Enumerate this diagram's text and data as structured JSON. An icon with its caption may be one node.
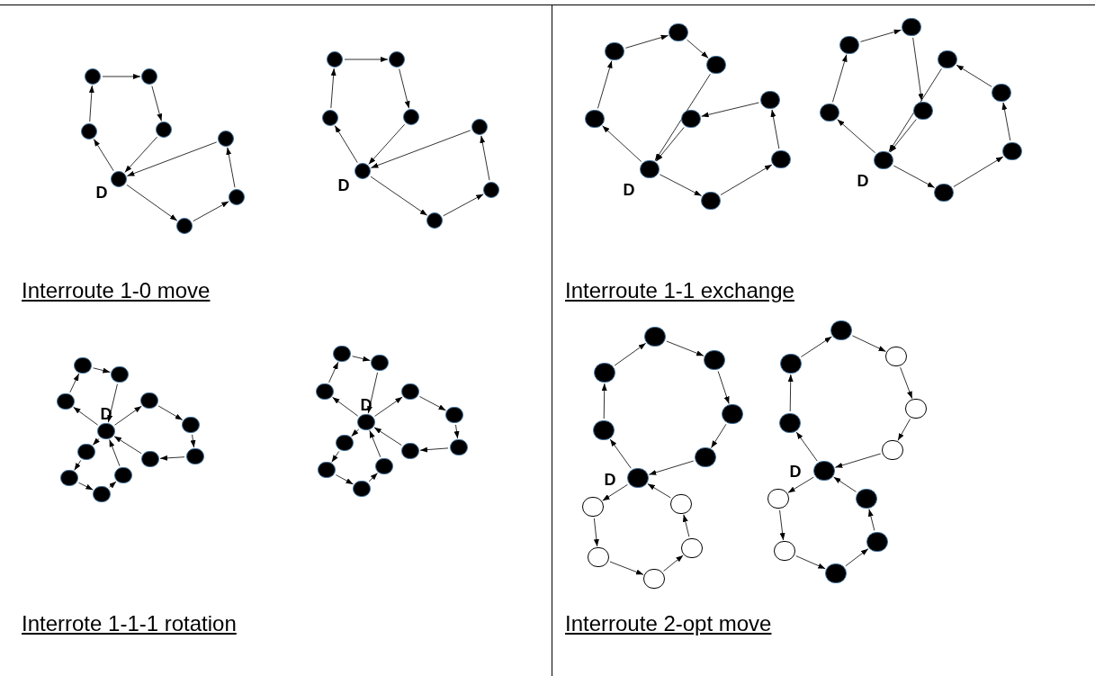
{
  "diagram": {
    "nodes": [
      {
        "text": [],
        "shape": "dot"
      },
      {
        "text": [],
        "shape": "dot"
      },
      {
        "text": [],
        "shape": "dot"
      },
      {
        "text": [],
        "shape": "dot"
      },
      {
        "text": [],
        "shape": "dot",
        "beside": [
          "D"
        ]
      },
      {
        "text": [],
        "shape": "dot"
      },
      {
        "text": [],
        "shape": "dot"
      },
      {
        "text": [],
        "shape": "dot"
      },
      {
        "text": [],
        "shape": "dot"
      },
      {
        "text": [],
        "shape": "dot"
      },
      {
        "text": [],
        "shape": "dot"
      },
      {
        "text": [],
        "shape": "dot"
      },
      {
        "text": [],
        "shape": "dot",
        "beside": [
          "D"
        ]
      },
      {
        "text": [],
        "shape": "dot"
      },
      {
        "text": [],
        "shape": "dot"
      },
      {
        "text": [],
        "shape": "dot"
      },
      {
        "text": [],
        "shape": "dot"
      },
      {
        "text": [],
        "shape": "dot"
      },
      {
        "text": [],
        "shape": "dot"
      },
      {
        "text": [],
        "shape": "dot"
      },
      {
        "text": [],
        "shape": "dot"
      },
      {
        "text": [],
        "shape": "dot"
      },
      {
        "text": [],
        "shape": "dot",
        "beside": [
          "D"
        ]
      },
      {
        "text": [],
        "shape": "dot"
      },
      {
        "text": [],
        "shape": "dot"
      },
      {
        "text": [],
        "shape": "dot"
      },
      {
        "text": [],
        "shape": "dot"
      },
      {
        "text": [],
        "shape": "dot"
      },
      {
        "text": [],
        "shape": "dot"
      },
      {
        "text": [],
        "shape": "dot"
      },
      {
        "text": [],
        "shape": "dot"
      },
      {
        "text": [],
        "shape": "dot",
        "beside": [
          "D"
        ]
      },
      {
        "text": [],
        "shape": "dot"
      },
      {
        "text": [],
        "shape": "dot"
      },
      {
        "text": [],
        "shape": "dot"
      },
      {
        "text": [],
        "shape": "dot"
      },
      {
        "text": [],
        "shape": "dot"
      },
      {
        "text": [],
        "shape": "dot",
        "beside": [
          "D"
        ]
      },
      {
        "text": [],
        "shape": "dot"
      },
      {
        "text": [],
        "shape": "dot"
      },
      {
        "text": [],
        "shape": "dot"
      },
      {
        "text": [],
        "shape": "dot"
      },
      {
        "text": [],
        "shape": "dot"
      },
      {
        "text": [],
        "shape": "dot"
      },
      {
        "text": [],
        "shape": "dot"
      },
      {
        "text": [],
        "shape": "dot"
      },
      {
        "text": [],
        "shape": "dot"
      },
      {
        "text": [],
        "shape": "dot"
      },
      {
        "text": [],
        "shape": "dot"
      },
      {
        "text": [],
        "shape": "dot",
        "beside": [
          "D"
        ]
      },
      {
        "text": [],
        "shape": "dot"
      },
      {
        "text": [],
        "shape": "dot"
      },
      {
        "text": [],
        "shape": "dot"
      },
      {
        "text": [],
        "shape": "dot"
      },
      {
        "text": [],
        "shape": "dot"
      },
      {
        "text": [],
        "shape": "dot"
      },
      {
        "text": [],
        "shape": "dot"
      },
      {
        "text": [],
        "shape": "dot"
      },
      {
        "text": [],
        "shape": "dot"
      },
      {
        "text": [],
        "shape": "dot"
      },
      {
        "text": [],
        "shape": "dot"
      },
      {
        "text": [],
        "shape": "dot"
      },
      {
        "text": [],
        "shape": "dot"
      },
      {
        "text": [],
        "shape": "dot",
        "beside": [
          "D"
        ]
      },
      {
        "text": [],
        "shape": "dot"
      },
      {
        "text": [],
        "shape": "circle"
      },
      {
        "text": [],
        "shape": "circle"
      },
      {
        "text": [],
        "shape": "circle"
      },
      {
        "text": [],
        "shape": "circle"
      },
      {
        "text": [],
        "shape": "circle"
      },
      {
        "text": [],
        "shape": "dot"
      },
      {
        "text": [],
        "shape": "dot"
      },
      {
        "text": [],
        "shape": "circle"
      },
      {
        "text": [],
        "shape": "circle"
      },
      {
        "text": [],
        "shape": "circle"
      },
      {
        "text": [],
        "shape": "dot",
        "beside": [
          "D"
        ]
      },
      {
        "text": [],
        "shape": "dot"
      },
      {
        "text": [],
        "shape": "circle"
      },
      {
        "text": [],
        "shape": "circle"
      },
      {
        "text": [],
        "shape": "dot"
      },
      {
        "text": [],
        "shape": "dot"
      },
      {
        "text": [],
        "shape": "dot"
      }
    ],
    "edges": [
      {
        "from": 3,
        "to": 0,
        "arrow": "to"
      },
      {
        "from": 0,
        "to": 1,
        "arrow": "to"
      },
      {
        "from": 1,
        "to": 2,
        "arrow": "to"
      },
      {
        "from": 2,
        "to": 4,
        "arrow": "to"
      },
      {
        "from": 5,
        "to": 4,
        "arrow": "to"
      },
      {
        "from": 4,
        "to": 3,
        "arrow": "to"
      },
      {
        "from": 4,
        "to": 7,
        "arrow": "to"
      },
      {
        "from": 7,
        "to": 6,
        "arrow": "to"
      },
      {
        "from": 6,
        "to": 5,
        "arrow": "to"
      },
      {
        "from": 11,
        "to": 8,
        "arrow": "to"
      },
      {
        "from": 8,
        "to": 9,
        "arrow": "to"
      },
      {
        "from": 9,
        "to": 10,
        "arrow": "to"
      },
      {
        "from": 10,
        "to": 12,
        "arrow": "to"
      },
      {
        "from": 13,
        "to": 12,
        "arrow": "to"
      },
      {
        "from": 12,
        "to": 11,
        "arrow": "to"
      },
      {
        "from": 12,
        "to": 15,
        "arrow": "to"
      },
      {
        "from": 15,
        "to": 14,
        "arrow": "to"
      },
      {
        "from": 14,
        "to": 13,
        "arrow": "to"
      },
      {
        "from": 22,
        "to": 16,
        "arrow": "to"
      },
      {
        "from": 16,
        "to": 17,
        "arrow": "to"
      },
      {
        "from": 17,
        "to": 18,
        "arrow": "to"
      },
      {
        "from": 18,
        "to": 19,
        "arrow": "to"
      },
      {
        "from": 19,
        "to": 22,
        "arrow": "to"
      },
      {
        "from": 21,
        "to": 20,
        "arrow": "to"
      },
      {
        "from": 20,
        "to": 22,
        "arrow": "to"
      },
      {
        "from": 22,
        "to": 24,
        "arrow": "to"
      },
      {
        "from": 24,
        "to": 23,
        "arrow": "to"
      },
      {
        "from": 23,
        "to": 21,
        "arrow": "to"
      },
      {
        "from": 31,
        "to": 25,
        "arrow": "to"
      },
      {
        "from": 25,
        "to": 26,
        "arrow": "to"
      },
      {
        "from": 26,
        "to": 27,
        "arrow": "to"
      },
      {
        "from": 27,
        "to": 30,
        "arrow": "to"
      },
      {
        "from": 30,
        "to": 31,
        "arrow": "to"
      },
      {
        "from": 28,
        "to": 31,
        "arrow": "to"
      },
      {
        "from": 31,
        "to": 33,
        "arrow": "to"
      },
      {
        "from": 33,
        "to": 32,
        "arrow": "to"
      },
      {
        "from": 32,
        "to": 29,
        "arrow": "to"
      },
      {
        "from": 29,
        "to": 28,
        "arrow": "to"
      },
      {
        "from": 37,
        "to": 36,
        "arrow": "to"
      },
      {
        "from": 36,
        "to": 34,
        "arrow": "to"
      },
      {
        "from": 34,
        "to": 35,
        "arrow": "to"
      },
      {
        "from": 35,
        "to": 37,
        "arrow": "to"
      },
      {
        "from": 37,
        "to": 38,
        "arrow": "to"
      },
      {
        "from": 38,
        "to": 39,
        "arrow": "to"
      },
      {
        "from": 39,
        "to": 40,
        "arrow": "to"
      },
      {
        "from": 40,
        "to": 41,
        "arrow": "to"
      },
      {
        "from": 41,
        "to": 37,
        "arrow": "to"
      },
      {
        "from": 37,
        "to": 42,
        "arrow": "to"
      },
      {
        "from": 42,
        "to": 43,
        "arrow": "to"
      },
      {
        "from": 43,
        "to": 44,
        "arrow": "to"
      },
      {
        "from": 44,
        "to": 45,
        "arrow": "to"
      },
      {
        "from": 45,
        "to": 37,
        "arrow": "to"
      },
      {
        "from": 49,
        "to": 48,
        "arrow": "to"
      },
      {
        "from": 48,
        "to": 46,
        "arrow": "to"
      },
      {
        "from": 46,
        "to": 47,
        "arrow": "to"
      },
      {
        "from": 47,
        "to": 49,
        "arrow": "to"
      },
      {
        "from": 49,
        "to": 50,
        "arrow": "to"
      },
      {
        "from": 50,
        "to": 51,
        "arrow": "to"
      },
      {
        "from": 51,
        "to": 52,
        "arrow": "to"
      },
      {
        "from": 52,
        "to": 53,
        "arrow": "to"
      },
      {
        "from": 53,
        "to": 49,
        "arrow": "to"
      },
      {
        "from": 49,
        "to": 54,
        "arrow": "to"
      },
      {
        "from": 54,
        "to": 55,
        "arrow": "to"
      },
      {
        "from": 55,
        "to": 56,
        "arrow": "to"
      },
      {
        "from": 56,
        "to": 57,
        "arrow": "to"
      },
      {
        "from": 57,
        "to": 49,
        "arrow": "to"
      },
      {
        "from": 63,
        "to": 64,
        "arrow": "to"
      },
      {
        "from": 64,
        "to": 58,
        "arrow": "to"
      },
      {
        "from": 58,
        "to": 59,
        "arrow": "to"
      },
      {
        "from": 59,
        "to": 60,
        "arrow": "to"
      },
      {
        "from": 60,
        "to": 61,
        "arrow": "to"
      },
      {
        "from": 61,
        "to": 62,
        "arrow": "to"
      },
      {
        "from": 62,
        "to": 63,
        "arrow": "to"
      },
      {
        "from": 63,
        "to": 65,
        "arrow": "to"
      },
      {
        "from": 65,
        "to": 66,
        "arrow": "to"
      },
      {
        "from": 66,
        "to": 67,
        "arrow": "to"
      },
      {
        "from": 67,
        "to": 68,
        "arrow": "to"
      },
      {
        "from": 68,
        "to": 69,
        "arrow": "to"
      },
      {
        "from": 69,
        "to": 63,
        "arrow": "to"
      },
      {
        "from": 75,
        "to": 76,
        "arrow": "to"
      },
      {
        "from": 76,
        "to": 70,
        "arrow": "to"
      },
      {
        "from": 70,
        "to": 71,
        "arrow": "to"
      },
      {
        "from": 71,
        "to": 72,
        "arrow": "to"
      },
      {
        "from": 72,
        "to": 73,
        "arrow": "to"
      },
      {
        "from": 73,
        "to": 74,
        "arrow": "to"
      },
      {
        "from": 74,
        "to": 75,
        "arrow": "to"
      },
      {
        "from": 75,
        "to": 77,
        "arrow": "to"
      },
      {
        "from": 77,
        "to": 78,
        "arrow": "to"
      },
      {
        "from": 78,
        "to": 79,
        "arrow": "to"
      },
      {
        "from": 79,
        "to": 80,
        "arrow": "to"
      },
      {
        "from": 80,
        "to": 81,
        "arrow": "to"
      },
      {
        "from": 81,
        "to": 75,
        "arrow": "to"
      }
    ],
    "labels": [
      "Interroute 1-0 move",
      "Interroute 1-1 exchange",
      "Interrote 1-1-1 rotation",
      "Interroute 2-opt move"
    ]
  }
}
